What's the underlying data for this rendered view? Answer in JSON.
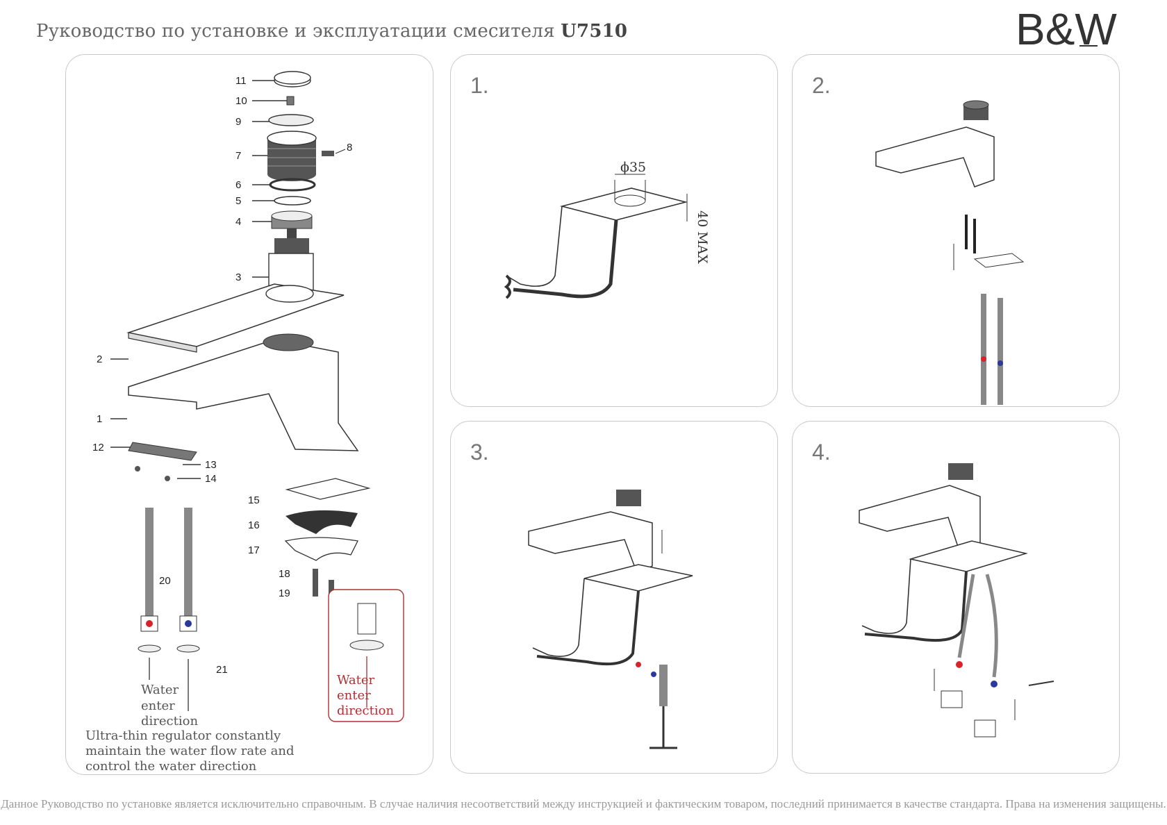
{
  "header": {
    "title": "Руководство по установке и эксплуатации смесителя",
    "model": "U7510"
  },
  "brand": {
    "logo_text": "B&W"
  },
  "exploded_view": {
    "part_numbers": [
      "11",
      "10",
      "9",
      "8",
      "7",
      "6",
      "5",
      "4",
      "3",
      "2",
      "1",
      "12",
      "13",
      "14",
      "15",
      "16",
      "17",
      "18",
      "19",
      "20",
      "21"
    ],
    "water_note": {
      "line1": "Water",
      "line2": "enter",
      "line3": "direction"
    },
    "regulator_note": {
      "line1": "Ultra-thin regulator constantly",
      "line2": "maintain the water flow rate and",
      "line3": "control the water direction"
    },
    "inset_note": {
      "line1": "Water",
      "line2": "enter",
      "line3": "direction"
    }
  },
  "steps": [
    {
      "number": "1.",
      "hole_diameter": "ϕ35",
      "max_thickness": "40 MAX"
    },
    {
      "number": "2."
    },
    {
      "number": "3."
    },
    {
      "number": "4."
    }
  ],
  "colors": {
    "hot": "#d8232a",
    "cold": "#2b3a9a",
    "inset_border": "#b03030",
    "panel_border": "#c9c9c9"
  },
  "footer": {
    "disclaimer": "Данное Руководство по установке является исключительно справочным. В случае наличия несоответствий между инструкцией и фактическим товаром, последний принимается в качестве стандарта. Права на изменения защищены."
  }
}
